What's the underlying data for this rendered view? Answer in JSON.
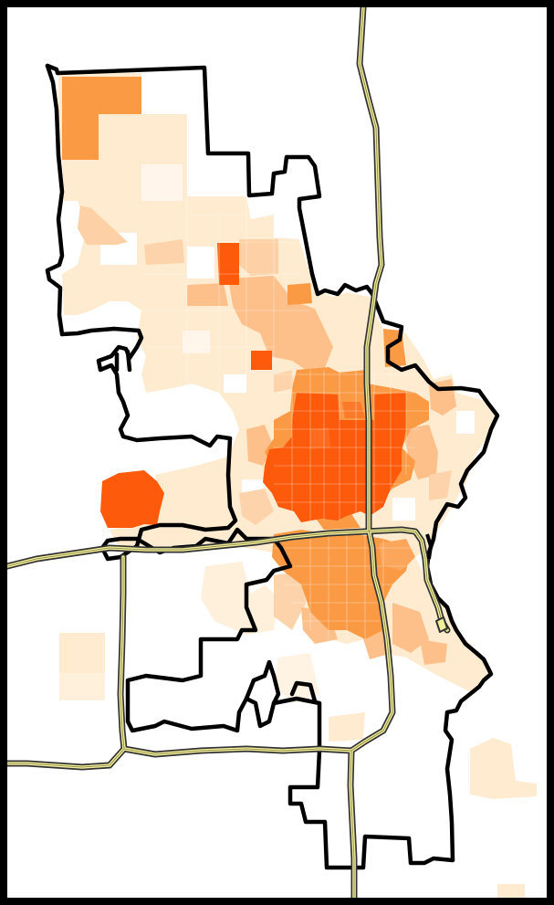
{
  "map": {
    "type": "choropleth",
    "colors": {
      "class_1": "#ffebcf",
      "class_2": "#fdc08a",
      "class_3": "#fb9a45",
      "class_4": "#fd5a0c",
      "boundary": "#000000",
      "highway_fill": "#f3ee9a",
      "highway_casing": "#333333",
      "background": "#ffffff"
    },
    "layers": [
      "census-tracts",
      "city-boundary",
      "highways"
    ]
  }
}
